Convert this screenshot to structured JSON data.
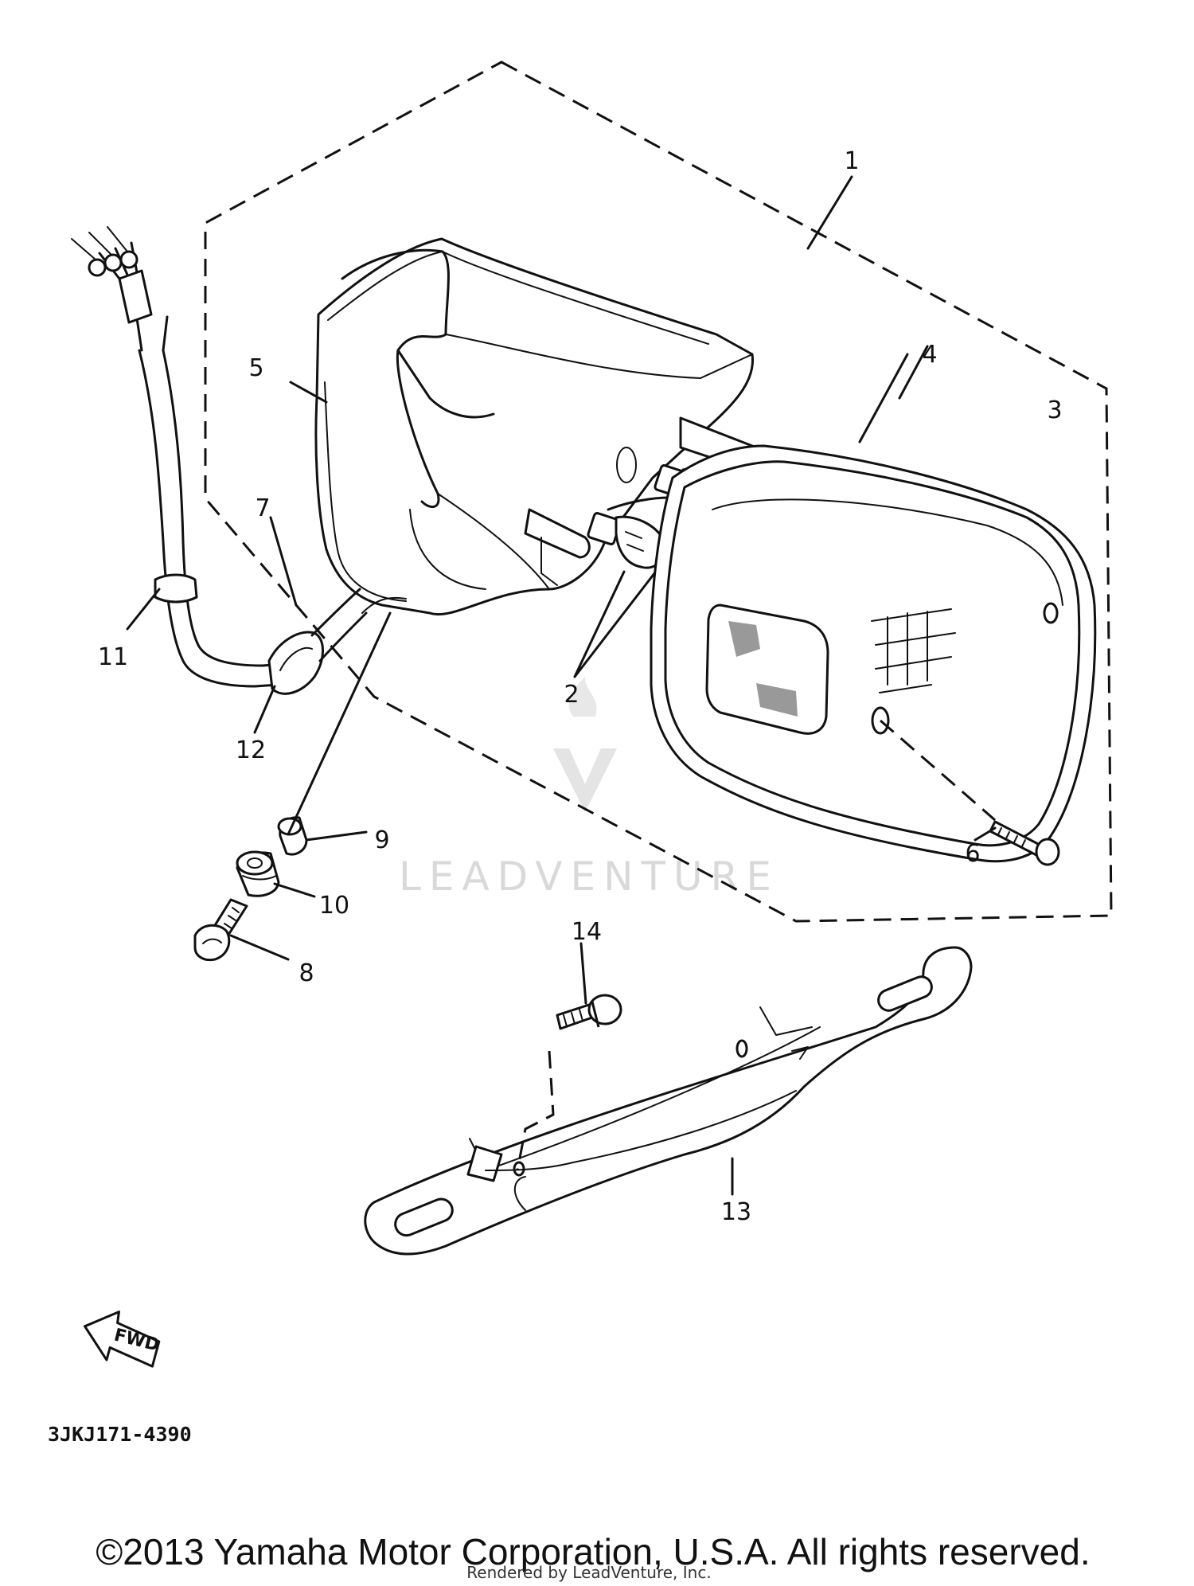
{
  "diagram": {
    "callouts": [
      "1",
      "2",
      "3",
      "4",
      "5",
      "6",
      "7",
      "8",
      "9",
      "10",
      "11",
      "12",
      "13",
      "14"
    ],
    "fwd_label": "FWD",
    "drawing_code": "3JKJ171-4390",
    "watermark": "LEADVENTURE",
    "copyright": "©2013 Yamaha Motor Corporation, U.S.A. All rights reserved.",
    "rendered_by": "Rendered by LeadVenture, Inc."
  }
}
